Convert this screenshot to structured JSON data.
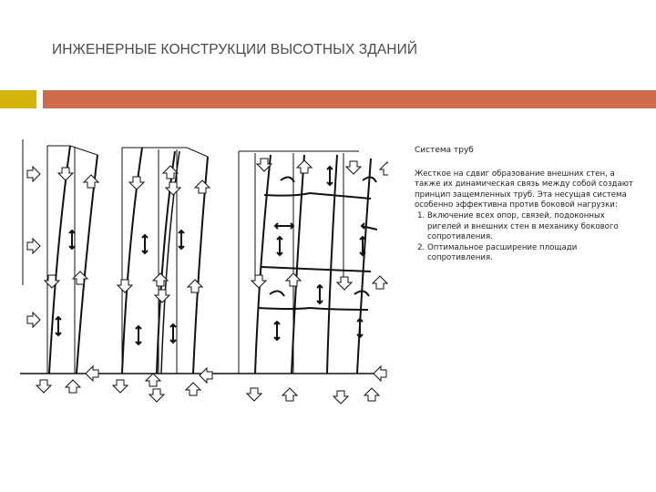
{
  "slide": {
    "title": "ИНЖЕНЕРНЫЕ КОНСТРУКЦИИ ВЫСОТНЫХ ЗДАНИЙ",
    "colors": {
      "accent_left": "#d4b40a",
      "accent_right": "#cf6a4c",
      "title_text": "#4a4a4a"
    }
  },
  "figure": {
    "description": "Схема работы каркасных и трубчатых конструкций под боковой нагрузкой",
    "panels": [
      "frame-1",
      "frame-2",
      "tube-system"
    ]
  },
  "caption": {
    "heading": "Система труб",
    "paragraph": "Жесткое на сдвиг образование внешних стен, а также их динамическая связь между собой создают принцип защемленных труб. Эта несущая система особенно эффективна против боковой нагрузки:",
    "items": [
      "Включение всех опор, связей, подоконных ригелей и внешних стен в механику бокового сопротивления.",
      "Оптимальное расширение площади сопротивления."
    ]
  }
}
